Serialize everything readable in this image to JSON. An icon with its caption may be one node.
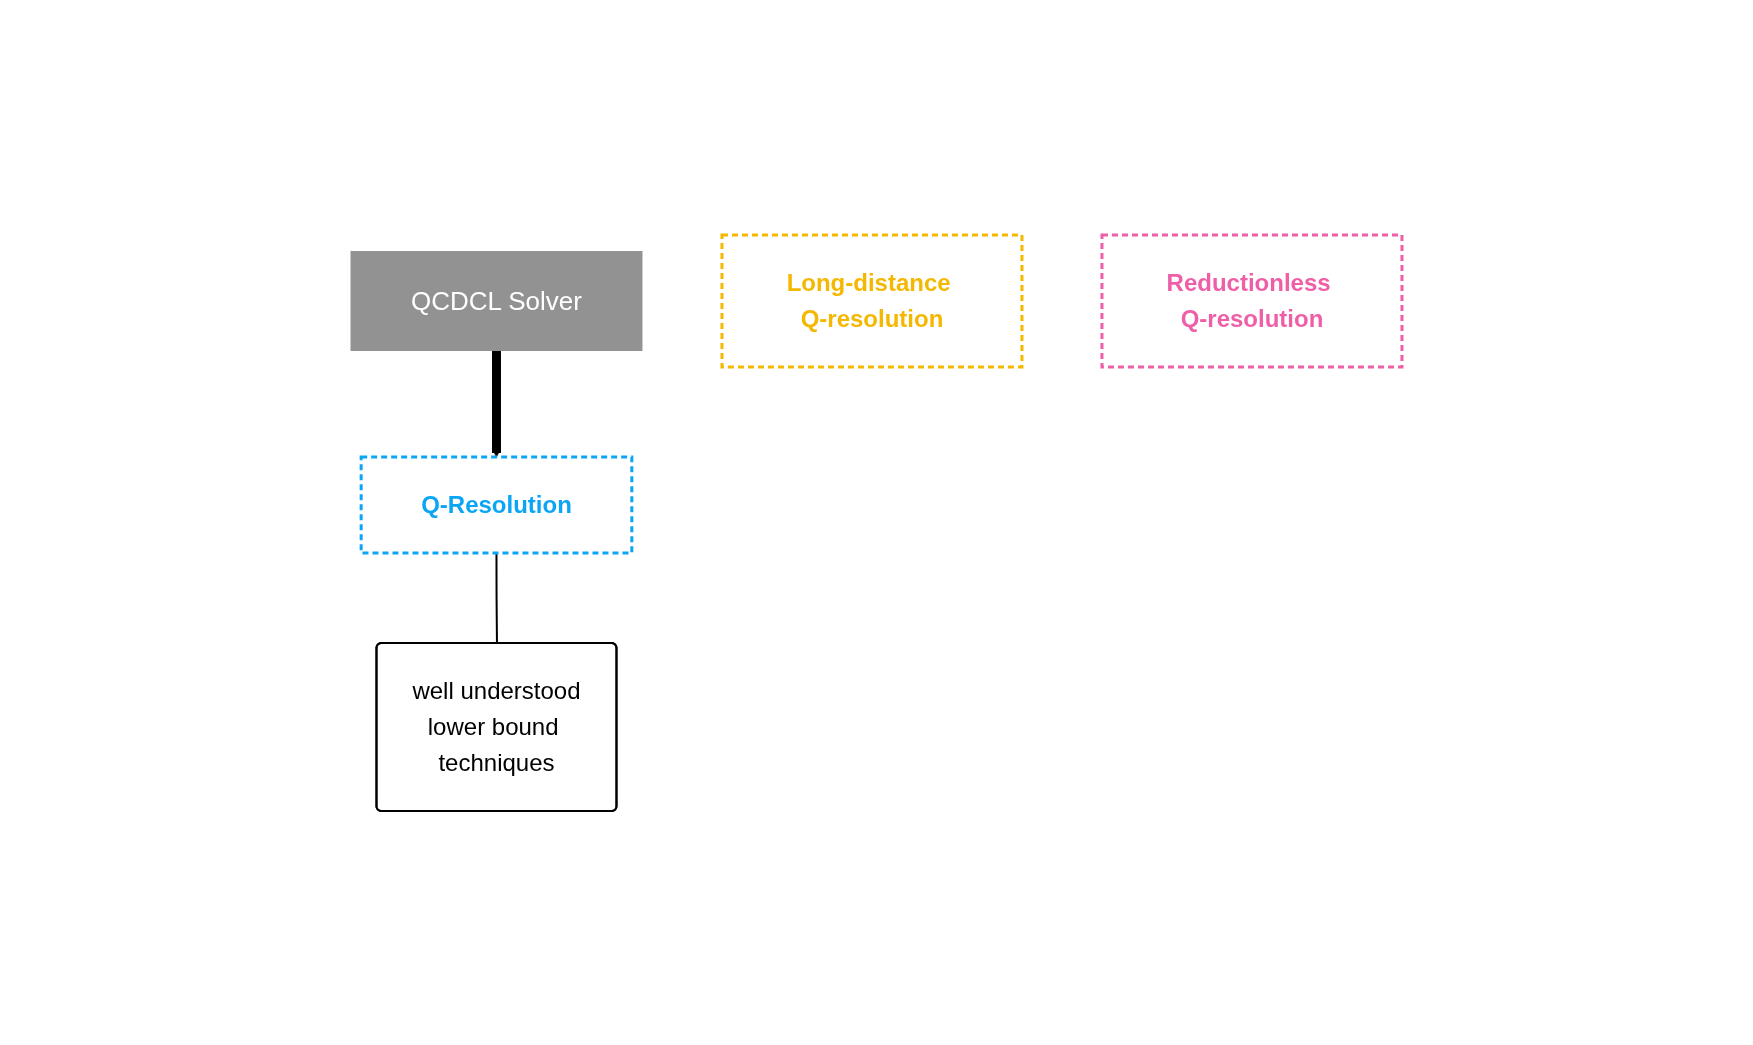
{
  "diagram": {
    "nodes": [
      {
        "text": [
          "QCDCL Solver"
        ]
      },
      {
        "text": [
          "Long-distance Q-resolution"
        ]
      },
      {
        "text": [
          "Q-Resolution"
        ]
      },
      {
        "text": [
          "Reductionless Q-resolution"
        ]
      },
      {
        "text": [
          "well understood",
          "lower bound techniques"
        ]
      }
    ],
    "edges": [
      {
        "from": 0,
        "to": 2,
        "arrow": "to",
        "style": "thick"
      },
      {
        "from": 2,
        "to": 4,
        "arrow": "none"
      }
    ]
  }
}
